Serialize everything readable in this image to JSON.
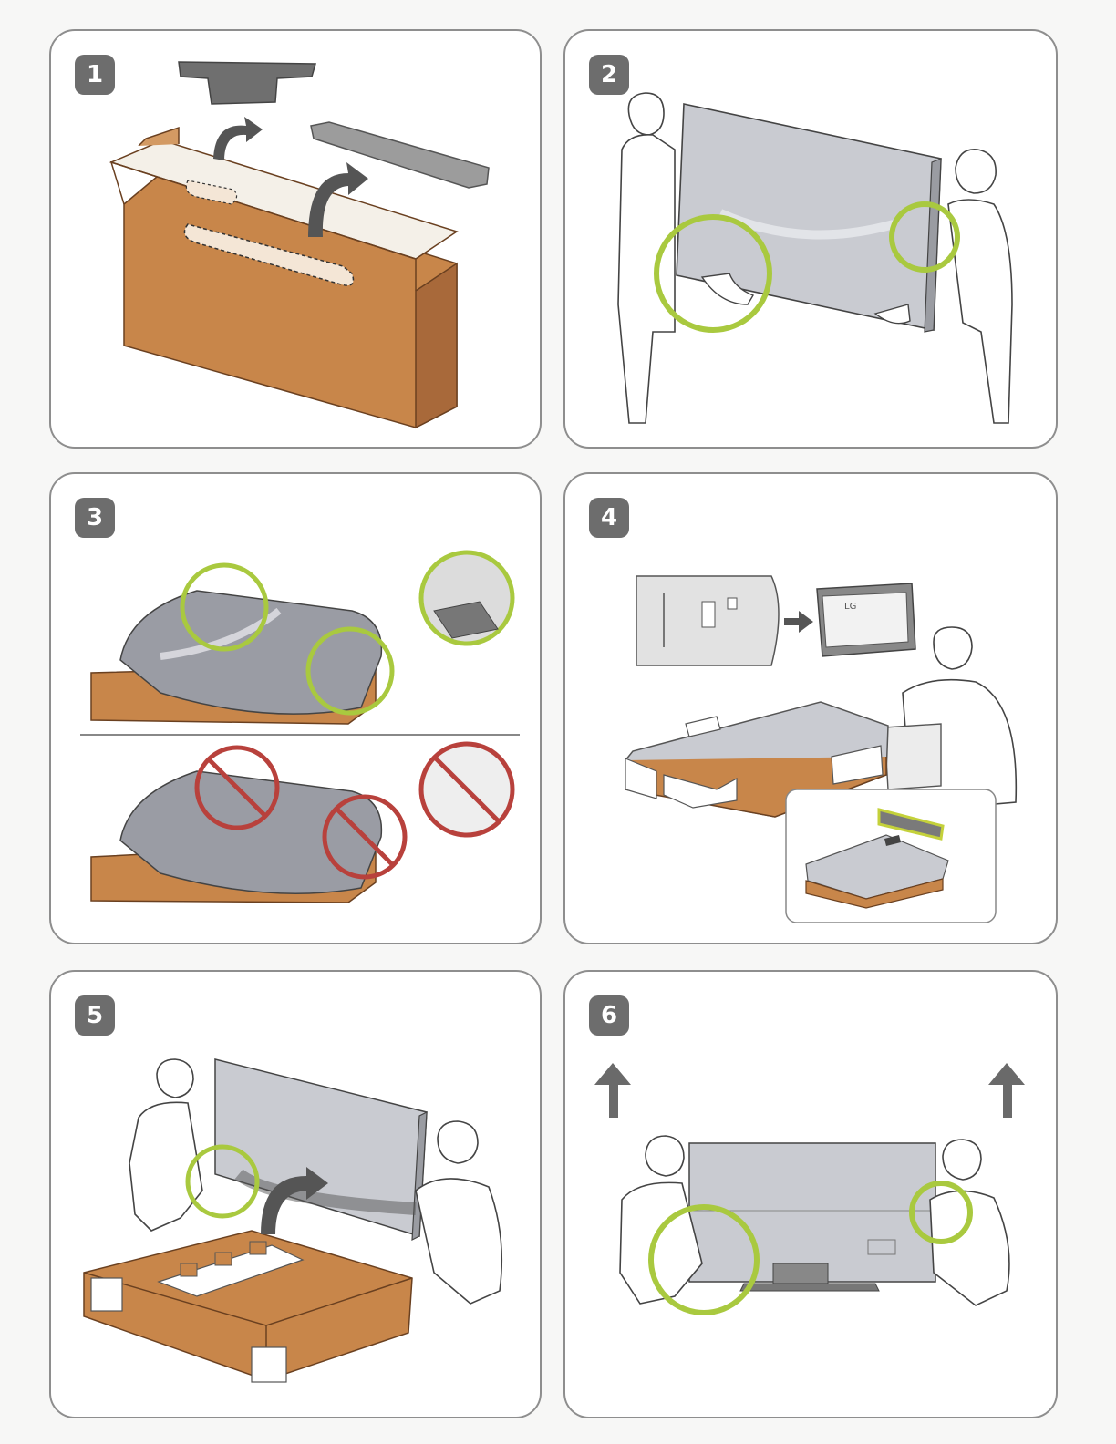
{
  "steps": [
    {
      "number": "1"
    },
    {
      "number": "2"
    },
    {
      "number": "3"
    },
    {
      "number": "4"
    },
    {
      "number": "5"
    },
    {
      "number": "6"
    }
  ],
  "colors": {
    "cardboard": "#c8864a",
    "cardboard_dark": "#a8693a",
    "screen": "#c9cbd1",
    "highlight_green": "#a9c93f",
    "prohibit_red": "#b8413c",
    "arrow_gray": "#6a6a6a",
    "badge_gray": "#6d6d6d"
  },
  "icons": [
    "check-circle-highlight",
    "prohibited-circle",
    "lift-arrow-up",
    "curved-arrow"
  ],
  "step4_box_label": "LG"
}
